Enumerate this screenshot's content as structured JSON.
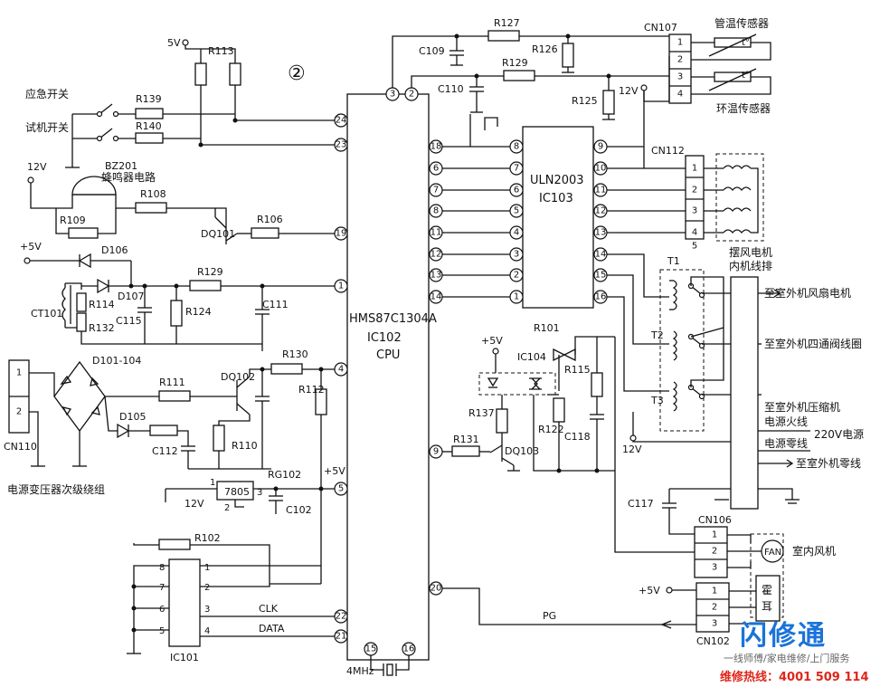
{
  "diagram": {
    "sheet_index": "②",
    "cpu": {
      "part": "HMS87C1304A",
      "ref": "IC102",
      "name": "CPU"
    },
    "driver": {
      "part": "ULN2003",
      "ref": "IC103"
    },
    "eeprom": {
      "ref": "IC101",
      "left_pins": [
        "8",
        "7",
        "6",
        "5"
      ],
      "right_pins": [
        "1",
        "2",
        "3",
        "4"
      ]
    },
    "regulator": {
      "part": "7805",
      "ref": "RG102"
    },
    "crystal": "4MHz",
    "labels": {
      "emergency_switch": "应急开关",
      "test_switch": "试机开关",
      "buzzer": "BZ201",
      "buzzer_circuit": "蜂鸣器电路",
      "transformer_secondary": "电源变压器次级绕组",
      "pipe_sensor": "管温传感器",
      "room_sensor": "环温传感器",
      "swing_motor": "摆风电机",
      "indoor_harness": "内机线排",
      "out_fan": "至室外机风扇电机",
      "out_valve": "至室外机四通阀线圈",
      "out_comp": "至室外机压缩机",
      "live": "电源火线",
      "neutral": "电源零线",
      "v220": "220V电源",
      "out_neutral": "至室外机零线",
      "indoor_fan": "室内风机",
      "hall": "霍",
      "hall2": "耳",
      "fan": "FAN",
      "clk": "CLK",
      "data": "DATA",
      "pg": "PG",
      "t_deg": "t°"
    },
    "power": {
      "v5": "5V",
      "v5p": "+5V",
      "v12": "12V"
    },
    "refs": {
      "R113": "R113",
      "R139": "R139",
      "R140": "R140",
      "R108": "R108",
      "R109": "R109",
      "R106": "R106",
      "DQ101": "DQ101",
      "D106": "D106",
      "D107": "D107",
      "R129a": "R129",
      "CT101": "CT101",
      "R114": "R114",
      "R132": "R132",
      "C115": "C115",
      "R124": "R124",
      "C111": "C111",
      "D101": "D101-104",
      "R130": "R130",
      "R111": "R111",
      "DQ102": "DQ102",
      "R112": "R112",
      "D105": "D105",
      "R110": "R110",
      "C112": "C112",
      "CN110": "CN110",
      "C102": "C102",
      "R102": "R102",
      "R127": "R127",
      "C109": "C109",
      "R126": "R126",
      "R129b": "R129",
      "C110": "C110",
      "R125": "R125",
      "CN107": "CN107",
      "CN112": "CN112",
      "T1": "T1",
      "T2": "T2",
      "T3": "T3",
      "R101": "R101",
      "IC104": "IC104",
      "R115": "R115",
      "R122": "R122",
      "C118": "C118",
      "R137": "R137",
      "R131": "R131",
      "DQ103": "DQ103",
      "C117": "C117",
      "CN106": "CN106",
      "CN102": "CN102"
    },
    "cpu_pins": {
      "p3": "3",
      "p2": "2",
      "p24": "24",
      "p23": "23",
      "p19": "19",
      "p1": "1",
      "p4": "4",
      "p5": "5",
      "p18": "18",
      "p6": "6",
      "p7": "7",
      "p8": "8",
      "p11": "11",
      "p12": "12",
      "p13": "13",
      "p14": "14",
      "p9": "9",
      "p20": "20",
      "p22": "22",
      "p21": "21",
      "p15": "15",
      "p16": "16"
    },
    "uln_left": [
      "8",
      "7",
      "6",
      "5",
      "4",
      "3",
      "2",
      "1"
    ],
    "uln_right": [
      "9",
      "10",
      "11",
      "12",
      "13",
      "14",
      "15",
      "16"
    ],
    "cn107_pins": [
      "1",
      "2",
      "3",
      "4"
    ],
    "cn112_pins": [
      "1",
      "2",
      "3",
      "4",
      "5"
    ],
    "cn110_pins": [
      "1",
      "2"
    ],
    "cn106_pins": [
      "1",
      "2",
      "3"
    ],
    "cn102_pins": [
      "1",
      "2",
      "3"
    ]
  },
  "watermark": {
    "brand": "闪修通",
    "tagline": "一线师傅/家电维修/上门服务",
    "hotline": "维修热线：4001 509 114"
  }
}
